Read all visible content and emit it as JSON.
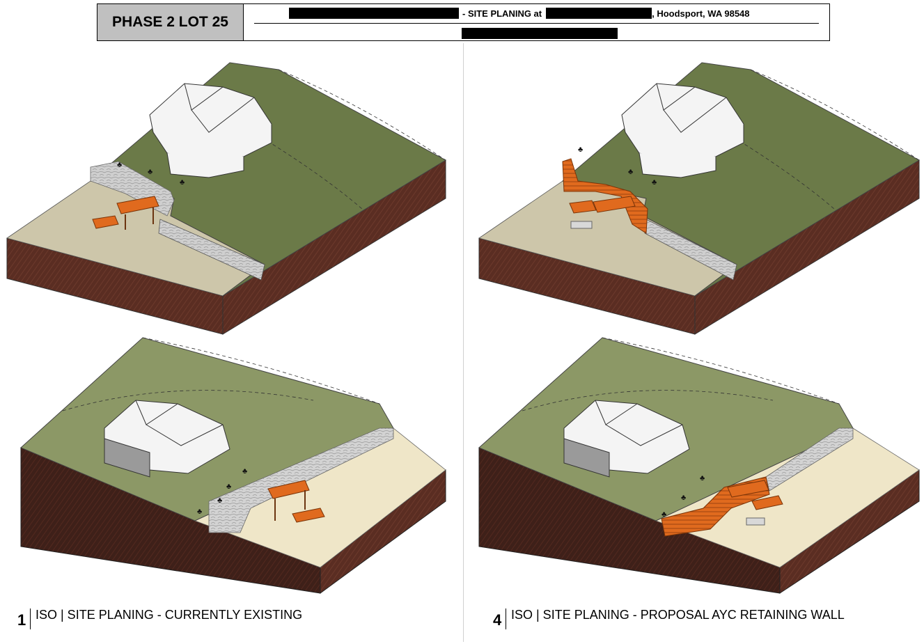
{
  "header": {
    "phase_lot": "PHASE 2 LOT 25",
    "site_planing": "- SITE PLANING at",
    "location": ", Hoodsport, WA 98548"
  },
  "views": [
    {
      "number": "1",
      "title": "ISO | SITE PLANING - CURRENTLY EXISTING"
    },
    {
      "number": "4",
      "title": "ISO | SITE PLANING - PROPOSAL AYC RETAINING WALL"
    }
  ],
  "colors": {
    "grass": "#6b7a48",
    "grass_light": "#8c9866",
    "soil": "#5a2d22",
    "sand": "#cdc6aa",
    "sand_light": "#efe6c8",
    "stone": "#c8c8c8",
    "retaining_wall": "#e06a1e",
    "house": "#f4f4f4",
    "house_shadow": "#9a9a9a"
  },
  "icons": [
    "tree-icon",
    "redaction-bar"
  ]
}
